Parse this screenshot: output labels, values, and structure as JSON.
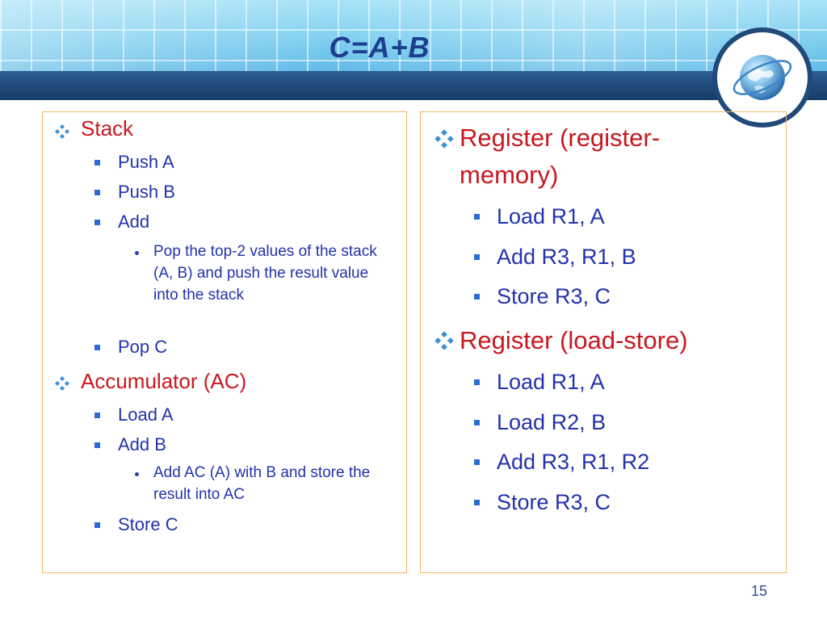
{
  "slide": {
    "title": "C=A+B",
    "page_number": "15"
  },
  "left_panel": {
    "stack": {
      "heading": "Stack",
      "push_a": "Push A",
      "push_b": "Push B",
      "add": "Add",
      "add_note": "Pop the top-2 values of the stack (A, B) and push the result value into the stack",
      "pop_c": "Pop C"
    },
    "accumulator": {
      "heading": "Accumulator (AC)",
      "load_a": "Load A",
      "add_b": "Add B",
      "add_b_note": "Add AC (A) with B and store the result into AC",
      "store_c": "Store C"
    }
  },
  "right_panel": {
    "register_memory": {
      "heading_line1": "Register (register-",
      "heading_line2": "memory)",
      "items": [
        "Load R1, A",
        "Add R3, R1, B",
        "Store R3, C"
      ]
    },
    "load_store": {
      "heading": "Register (load-store)",
      "items": [
        "Load R1, A",
        "Load R2, B",
        "Add R3, R1, R2",
        "Store R3, C"
      ]
    }
  },
  "colors": {
    "level1_text": "#c8171f",
    "level2_text": "#2233aa",
    "bullet_blue": "#2a6bd6",
    "panel_border": "#f0b866",
    "header_bar": "#1f4a7a"
  },
  "icons": {
    "level1_bullet": "four-diamond-bullet-icon",
    "level2_bullet": "square-bullet-icon",
    "level3_bullet": "dot-bullet-icon",
    "logo": "globe-icon"
  }
}
